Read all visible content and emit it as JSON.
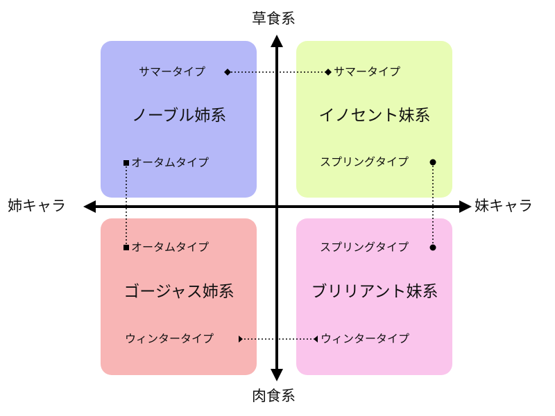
{
  "axes": {
    "top": "草食系",
    "bottom": "肉食系",
    "left": "姉キャラ",
    "right": "妹キャラ"
  },
  "quadrants": {
    "top_left": {
      "title": "ノーブル姉系",
      "color": "#b5b8f8",
      "top_label": "サマータイプ",
      "bottom_label": "オータムタイプ"
    },
    "top_right": {
      "title": "イノセント妹系",
      "color": "#e8fcb5",
      "top_label": "サマータイプ",
      "bottom_label": "スプリングタイプ"
    },
    "bottom_left": {
      "title": "ゴージャス姉系",
      "color": "#f8b5b5",
      "top_label": "オータムタイプ",
      "bottom_label": "ウィンタータイプ"
    },
    "bottom_right": {
      "title": "ブリリアント妹系",
      "color": "#fac5ec",
      "top_label": "スプリングタイプ",
      "bottom_label": "ウィンタータイプ"
    }
  },
  "marker_icons": {
    "summer": "diamond-icon",
    "autumn": "square-icon",
    "spring": "circle-icon",
    "winter": "arrowhead-icon"
  }
}
